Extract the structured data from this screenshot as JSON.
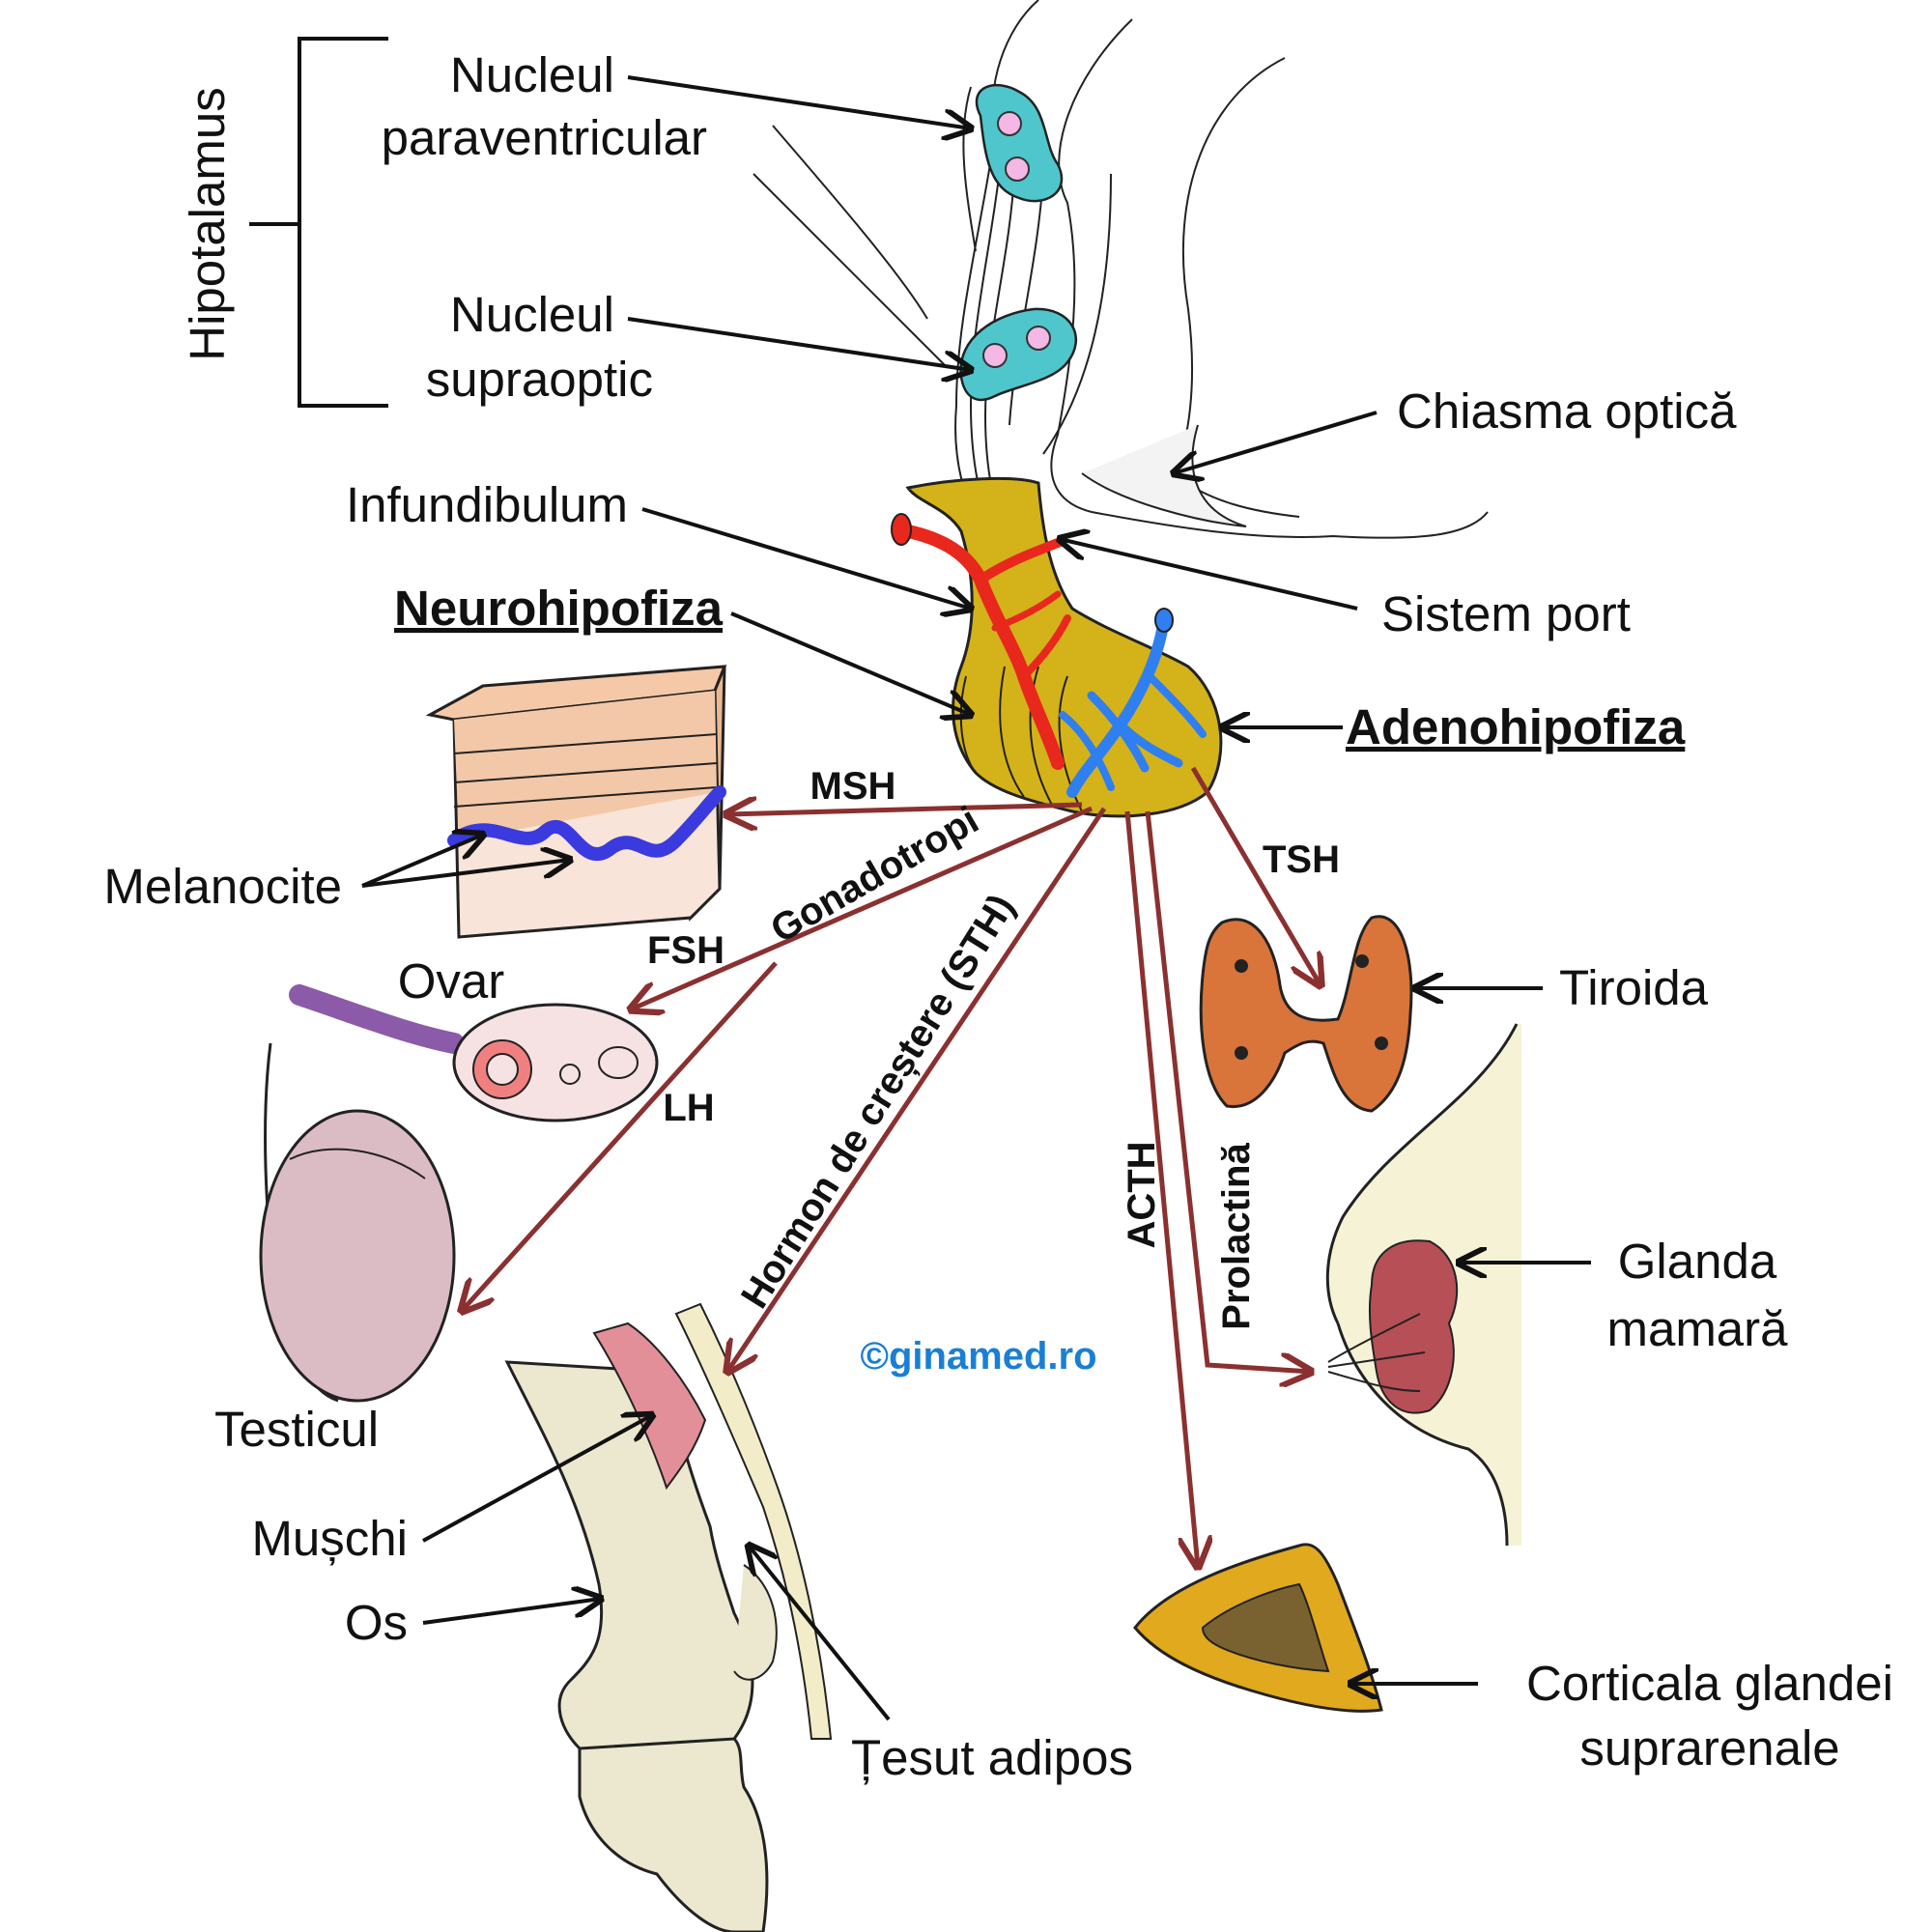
{
  "diagram": {
    "group_label": "Hipotalamus",
    "labels": {
      "paraventricular_1": "Nucleul",
      "paraventricular_2": "paraventricular",
      "supraoptic_1": "Nucleul",
      "supraoptic_2": "supraoptic",
      "chiasma": "Chiasma optică",
      "infundibulum": "Infundibulum",
      "sistem_port": "Sistem port",
      "neurohipofiza": "Neurohipofiza",
      "adenohipofiza": "Adenohipofiza",
      "melanocite": "Melanocite",
      "ovar": "Ovar",
      "testicul": "Testicul",
      "tiroida": "Tiroida",
      "glanda_1": "Glanda",
      "glanda_2": "mamară",
      "corticala_1": "Corticala glandei",
      "corticala_2": "suprarenale",
      "muschi": "Mușchi",
      "os": "Os",
      "tesut": "Țesut adipos"
    },
    "hormones": {
      "msh": "MSH",
      "gonadotropi": "Gonadotropi",
      "fsh": "FSH",
      "lh": "LH",
      "sth": "Hormon de creștere (STH)",
      "tsh": "TSH",
      "acth": "ACTH",
      "prolactina": "Prolactină"
    },
    "credit": "©ginamed.ro",
    "colors": {
      "hormone_arrow": "#8b3030",
      "nucleus": "#4fc6cc",
      "pituitary": "#d4b21a",
      "artery": "#e8281c",
      "vein": "#2f7ff0",
      "melanocyte": "#3a3adf",
      "thyroid": "#d9743a",
      "credit": "#1a7fd4"
    }
  }
}
